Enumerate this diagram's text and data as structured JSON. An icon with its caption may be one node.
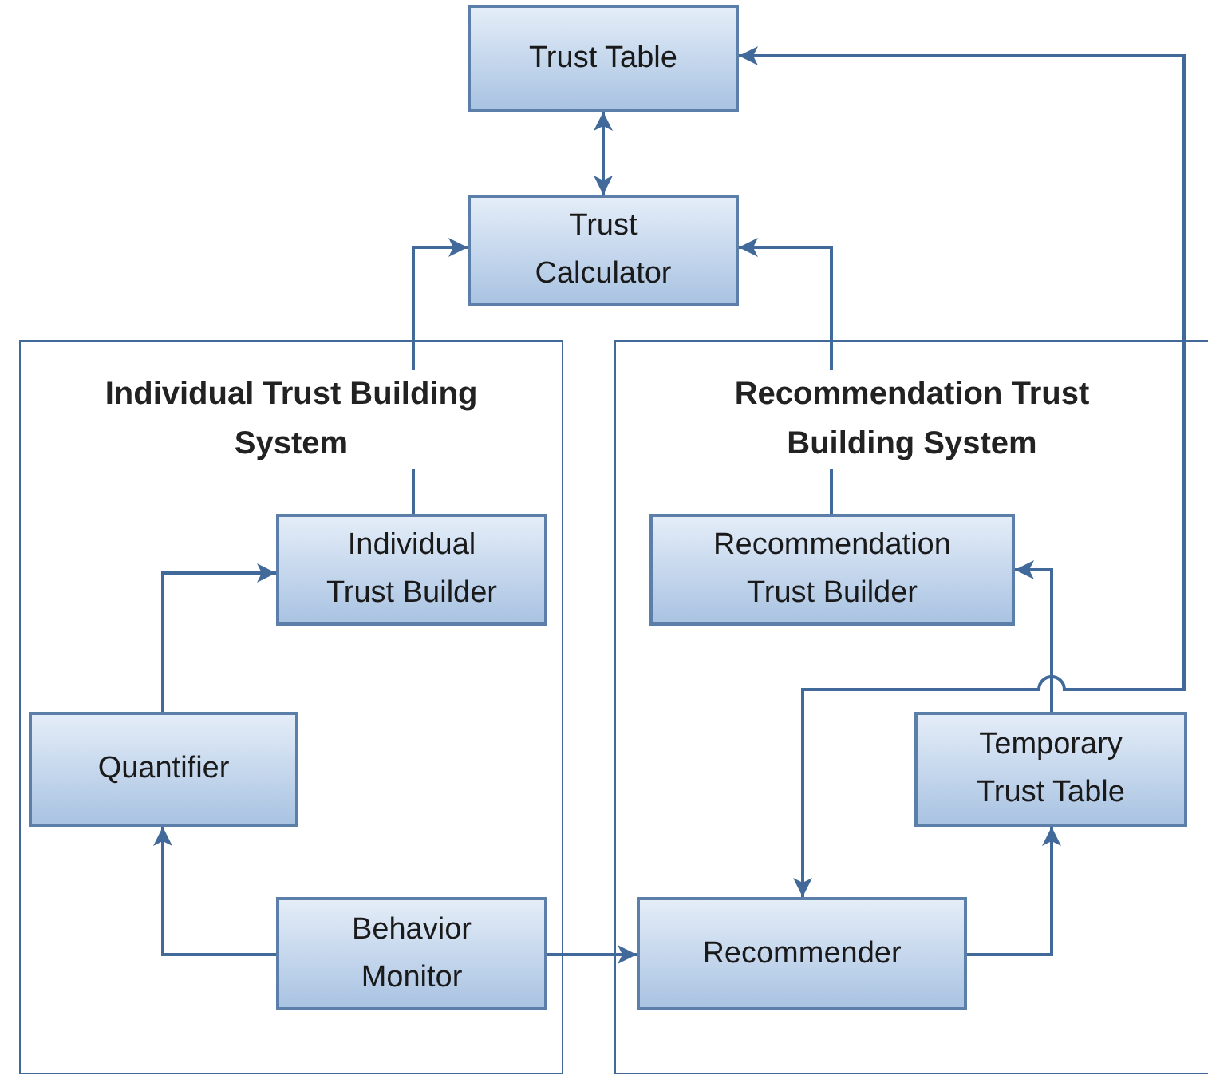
{
  "diagram": {
    "nodes": [
      {
        "text": [
          "Trust Table"
        ]
      },
      {
        "text": [
          "Trust Calculator"
        ]
      },
      {
        "text": [
          "Individual Trust Building System"
        ]
      },
      {
        "text": [
          "Individual Trust Builder"
        ],
        "in": 2
      },
      {
        "text": [
          "Quantifier"
        ],
        "in": 2
      },
      {
        "text": [
          "Behavior Monitor"
        ],
        "in": 2
      },
      {
        "text": [
          "Recommendation Trust Building System"
        ]
      },
      {
        "text": [
          "Recommendation Trust Builder"
        ],
        "in": 6
      },
      {
        "text": [
          "Temporary Trust Table"
        ],
        "in": 6
      },
      {
        "text": [
          "Recommender"
        ],
        "in": 6
      }
    ],
    "edges": [
      {
        "from": 0,
        "to": 1,
        "arrow": "both"
      },
      {
        "from": 3,
        "to": 1,
        "arrow": "to"
      },
      {
        "from": 7,
        "to": 1,
        "arrow": "to"
      },
      {
        "from": 4,
        "to": 3,
        "arrow": "to"
      },
      {
        "from": 5,
        "to": 4,
        "arrow": "to"
      },
      {
        "from": 5,
        "to": 9,
        "arrow": "to"
      },
      {
        "from": 9,
        "to": 8,
        "arrow": "to"
      },
      {
        "from": 8,
        "to": 7,
        "arrow": "to"
      },
      {
        "from": 0,
        "to": 9,
        "arrow": "both"
      }
    ]
  }
}
